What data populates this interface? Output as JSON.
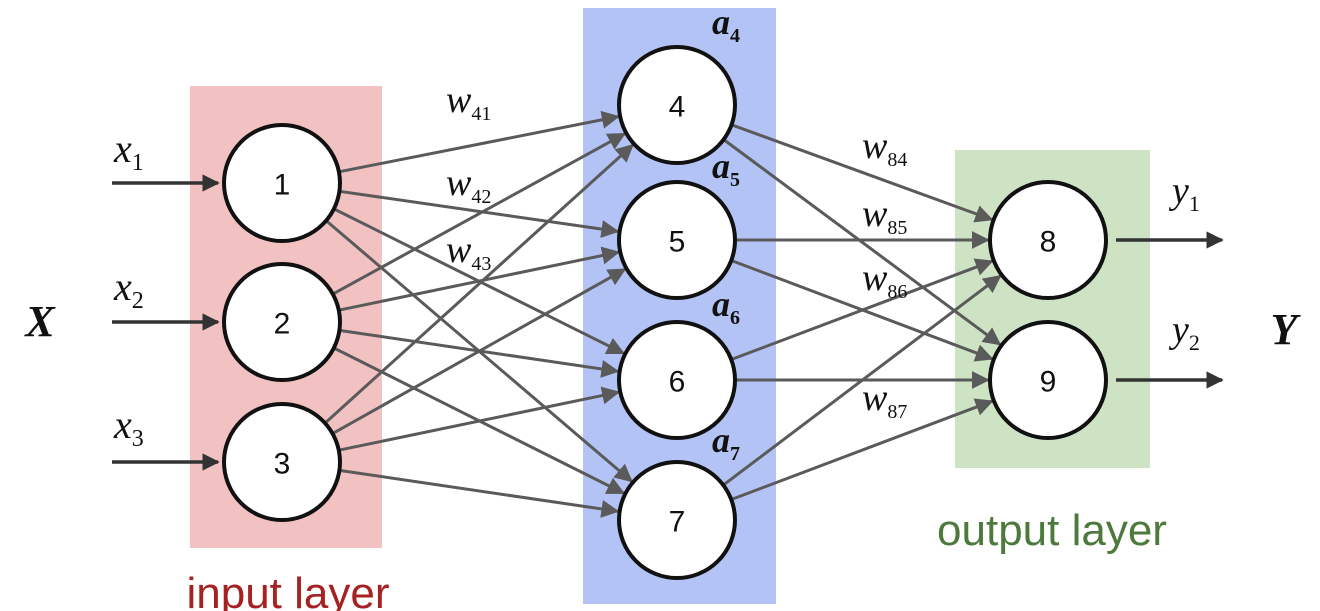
{
  "colors": {
    "input_panel": "#f2c2c2",
    "hidden_panel": "#b3c3f5",
    "output_panel": "#cde3c4",
    "input_caption": "#a62222",
    "output_caption": "#4d7a3c",
    "edge": "#5a5a5a"
  },
  "captions": {
    "input": "input layer",
    "output": "output layer"
  },
  "side_labels": {
    "left": "X",
    "right": "Y"
  },
  "input_layer": {
    "nodes": [
      {
        "id": "1",
        "feature": "x",
        "sub": "1"
      },
      {
        "id": "2",
        "feature": "x",
        "sub": "2"
      },
      {
        "id": "3",
        "feature": "x",
        "sub": "3"
      }
    ]
  },
  "hidden_layer": {
    "nodes": [
      {
        "id": "4",
        "act": "a",
        "sub": "4"
      },
      {
        "id": "5",
        "act": "a",
        "sub": "5"
      },
      {
        "id": "6",
        "act": "a",
        "sub": "6"
      },
      {
        "id": "7",
        "act": "a",
        "sub": "7"
      }
    ]
  },
  "output_layer": {
    "nodes": [
      {
        "id": "8",
        "out": "y",
        "sub": "1"
      },
      {
        "id": "9",
        "out": "y",
        "sub": "2"
      }
    ]
  },
  "weights": {
    "w41": {
      "sym": "w",
      "sub": "41"
    },
    "w42": {
      "sym": "w",
      "sub": "42"
    },
    "w43": {
      "sym": "w",
      "sub": "43"
    },
    "w84": {
      "sym": "w",
      "sub": "84"
    },
    "w85": {
      "sym": "w",
      "sub": "85"
    },
    "w86": {
      "sym": "w",
      "sub": "86"
    },
    "w87": {
      "sym": "w",
      "sub": "87"
    }
  }
}
